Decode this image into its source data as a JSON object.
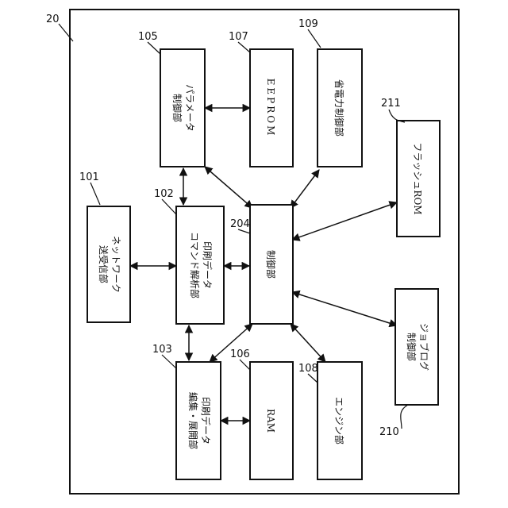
{
  "device_ref": "20",
  "blocks": {
    "network": {
      "ref": "101",
      "lines": [
        "ネットワーク",
        "送受信部"
      ]
    },
    "parser": {
      "ref": "102",
      "lines": [
        "印刷データ",
        "コマンド解析部"
      ]
    },
    "editor": {
      "ref": "103",
      "lines": [
        "印刷データ",
        "編集・展開部"
      ]
    },
    "param": {
      "ref": "105",
      "lines": [
        "パラメータ",
        "制御部"
      ]
    },
    "ram": {
      "ref": "106",
      "lines": [
        "RAM"
      ]
    },
    "eeprom": {
      "ref": "107",
      "lines": [
        "EEPROM"
      ]
    },
    "engine": {
      "ref": "108",
      "lines": [
        "エンジン部"
      ]
    },
    "power": {
      "ref": "109",
      "lines": [
        "省電力制御部"
      ]
    },
    "control": {
      "ref": "204",
      "lines": [
        "制御部"
      ]
    },
    "joblog": {
      "ref": "210",
      "lines": [
        "ジョブログ",
        "制御部"
      ]
    },
    "flash": {
      "ref": "211",
      "lines": [
        "フラッシュROM"
      ]
    }
  }
}
